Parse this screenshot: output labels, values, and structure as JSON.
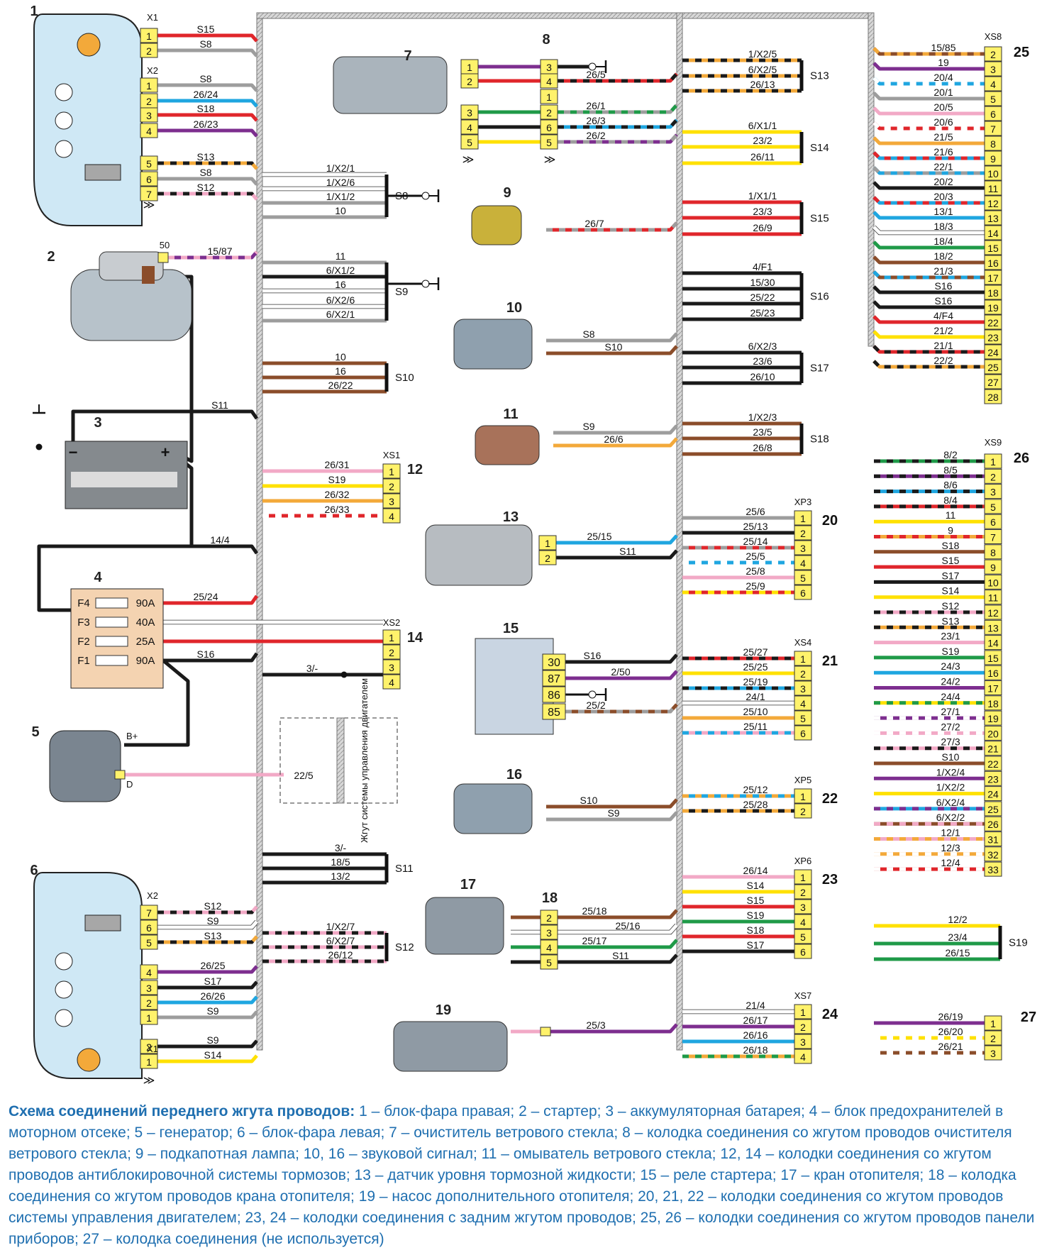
{
  "diagram": {
    "components": [
      {
        "num": "1"
      },
      {
        "num": "2"
      },
      {
        "num": "3"
      },
      {
        "num": "4"
      },
      {
        "num": "5"
      },
      {
        "num": "6"
      },
      {
        "num": "7"
      },
      {
        "num": "8"
      },
      {
        "num": "9"
      },
      {
        "num": "10"
      },
      {
        "num": "11"
      },
      {
        "num": "12"
      },
      {
        "num": "13"
      },
      {
        "num": "14"
      },
      {
        "num": "15"
      },
      {
        "num": "16"
      },
      {
        "num": "17"
      },
      {
        "num": "18"
      },
      {
        "num": "19"
      },
      {
        "num": "20"
      },
      {
        "num": "21"
      },
      {
        "num": "22"
      },
      {
        "num": "23"
      },
      {
        "num": "24"
      },
      {
        "num": "25"
      },
      {
        "num": "26"
      },
      {
        "num": "27"
      }
    ],
    "connectors": [
      "X1",
      "X2",
      "X2",
      "X1",
      "XS1",
      "XS2",
      "XP3",
      "XS4",
      "XP5",
      "XP6",
      "XS7",
      "XS8",
      "XS9"
    ],
    "splices": [
      "S8",
      "S9",
      "S10",
      "S11",
      "S12",
      "S13",
      "S14",
      "S15",
      "S16",
      "S17",
      "S18",
      "S19"
    ],
    "fuses": [
      {
        "id": "F4",
        "rating": "90A"
      },
      {
        "id": "F3",
        "rating": "40A"
      },
      {
        "id": "F2",
        "rating": "25A"
      },
      {
        "id": "F1",
        "rating": "90A"
      }
    ],
    "harness_box_label": "Жгут системы управления двигателем",
    "terminal_labels": [
      "50",
      "B+",
      "D",
      "30",
      "87",
      "86",
      "85"
    ],
    "wire_labels": {
      "headlamp_right": [
        "S15",
        "S8",
        "S8",
        "26/24",
        "S18",
        "26/23",
        "S13",
        "S8",
        "S12"
      ],
      "left_bundle_s8": [
        "1/X2/1",
        "1/X2/6",
        "1/X1/2",
        "10"
      ],
      "left_bundle_s9": [
        "11",
        "6/X1/2",
        "16",
        "6/X2/6",
        "6/X2/1"
      ],
      "left_bundle_s10": [
        "10",
        "16",
        "26/22"
      ],
      "starter": "15/87",
      "battery_feed": [
        "S11",
        "14/4"
      ],
      "xs1": [
        "26/31",
        "S19",
        "26/32",
        "26/33"
      ],
      "fuse_block": [
        "25/24",
        "S16"
      ],
      "xs2": [
        "3/-"
      ],
      "generator": "22/5",
      "left_bundle_s11": [
        "3/-",
        "18/5",
        "13/2"
      ],
      "left_bundle_s12": [
        "1/X2/7",
        "6/X2/7",
        "26/12"
      ],
      "headlamp_left": [
        "S12",
        "S9",
        "S13",
        "26/25",
        "S17",
        "26/26",
        "S9",
        "S9",
        "S14"
      ],
      "wiper": [
        "26/5",
        "26/1",
        "26/3",
        "26/2"
      ],
      "hood_lamp": "26/7",
      "horn_10": [
        "S8",
        "S10"
      ],
      "washer": [
        "S9",
        "26/6"
      ],
      "brake_sensor": [
        "25/15",
        "S11"
      ],
      "relay": [
        "S16",
        "2/50",
        "25/2"
      ],
      "horn_16": [
        "S10",
        "S9"
      ],
      "heater_valve": [
        "25/18",
        "25/16",
        "25/17",
        "S11"
      ],
      "pump": "25/3",
      "s13": [
        "1/X2/5",
        "6/X2/5",
        "26/13"
      ],
      "s14": [
        "6/X1/1",
        "23/2",
        "26/11"
      ],
      "s15": [
        "1/X1/1",
        "23/3",
        "26/9"
      ],
      "s16": [
        "4/F1",
        "15/30",
        "25/22",
        "25/23"
      ],
      "s17": [
        "6/X2/3",
        "23/6",
        "26/10"
      ],
      "s18": [
        "1/X2/3",
        "23/5",
        "26/8"
      ],
      "xp3": [
        "25/6",
        "25/13",
        "25/14",
        "25/5",
        "25/8",
        "25/9"
      ],
      "xs4": [
        "25/27",
        "25/25",
        "25/19",
        "24/1",
        "25/10",
        "25/11"
      ],
      "xp5": [
        "25/12",
        "25/28"
      ],
      "xp6": [
        "26/14",
        "S14",
        "S15",
        "S19",
        "S18",
        "S17"
      ],
      "xs7": [
        "21/4",
        "26/17",
        "26/16",
        "26/18"
      ],
      "xs8": [
        "15/85",
        "19",
        "20/4",
        "20/1",
        "20/5",
        "20/6",
        "21/5",
        "21/6",
        "22/1",
        "20/2",
        "20/3",
        "13/1",
        "18/3",
        "18/4",
        "18/2",
        "21/3",
        "S16",
        "S16",
        "4/F4",
        "21/2",
        "21/1",
        "22/2"
      ],
      "xs9": [
        "8/2",
        "8/5",
        "8/6",
        "8/4",
        "11",
        "9",
        "S18",
        "S15",
        "S17",
        "S14",
        "S12",
        "S13",
        "23/1",
        "S19",
        "24/3",
        "24/2",
        "24/4",
        "27/1",
        "27/2",
        "27/3",
        "S10",
        "1/X2/4",
        "1/X2/2",
        "6/X2/4",
        "6/X2/2",
        "12/1",
        "12/3",
        "12/4"
      ],
      "s19": [
        "12/2",
        "23/4",
        "26/15"
      ],
      "c27": [
        "26/19",
        "26/20",
        "26/21"
      ]
    },
    "pins": {
      "xs8": [
        "2",
        "3",
        "4",
        "5",
        "6",
        "7",
        "8",
        "9",
        "10",
        "11",
        "12",
        "13",
        "14",
        "15",
        "16",
        "17",
        "18",
        "19",
        "22",
        "23",
        "24",
        "25",
        "27",
        "28"
      ],
      "xs9": [
        "1",
        "2",
        "3",
        "5",
        "6",
        "7",
        "8",
        "9",
        "10",
        "11",
        "12",
        "13",
        "14",
        "15",
        "16",
        "17",
        "18",
        "19",
        "20",
        "21",
        "22",
        "23",
        "24",
        "25",
        "26",
        "31",
        "32",
        "33"
      ]
    }
  },
  "caption": {
    "title": "Схема соединений переднего жгута проводов:",
    "body": " 1 – блок-фара правая; 2 – стартер; 3 – аккумуляторная батарея; 4 – блок предохранителей в моторном отсеке; 5 – генератор; 6 – блок-фара левая; 7 – очиститель ветрового стекла; 8 – колодка соединения со жгутом проводов очистителя ветрового стекла; 9 – подкапотная лампа; 10, 16 – звуковой сигнал; 11 – омыватель ветрового стекла; 12, 14 – колодки соединения со жгутом проводов антиблокировочной системы тормозов; 13 – датчик уровня тормозной жидкости; 15 – реле стартера; 17 – кран отопителя; 18 – колодка соединения со жгутом проводов крана отопителя; 19 – насос дополнительного отопителя; 20, 21, 22 – колодки соединения со жгутом проводов системы управления двигателем; 23, 24 – колодки соединения с задним жгутом проводов; 25, 26 – колодки соединения со жгутом проводов панели приборов; 27 – колодка соединения (не используется)"
  },
  "colors": {
    "label_blue": "#1f6fb0",
    "connector_yellow": "#fff26b",
    "lamp_blue": "#cfe8f5",
    "harness_grey": "#b9b9b9"
  }
}
